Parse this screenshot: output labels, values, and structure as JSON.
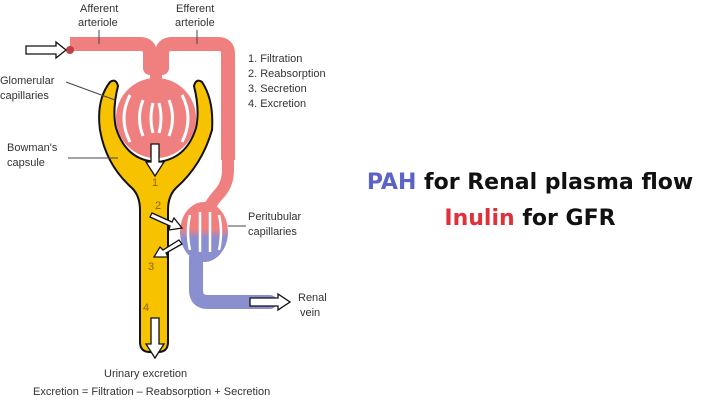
{
  "diagram": {
    "labels": {
      "afferent_line1": "Afferent",
      "afferent_line2": "arteriole",
      "efferent_line1": "Efferent",
      "efferent_line2": "arteriole",
      "glomerular_line1": "Glomerular",
      "glomerular_line2": "capillaries",
      "bowman_line1": "Bowman's",
      "bowman_line2": "capsule",
      "peritubular_line1": "Peritubular",
      "peritubular_line2": "capillaries",
      "renal_vein_line1": "Renal",
      "renal_vein_line2": "vein",
      "urinary_excretion": "Urinary excretion",
      "equation": "Excretion = Filtration – Reabsorption + Secretion"
    },
    "process_list": [
      "1. Filtration",
      "2. Reabsorption",
      "3. Secretion",
      "4. Excretion"
    ],
    "step_numbers": [
      "1",
      "2",
      "3",
      "4"
    ],
    "colors": {
      "arterial": "#f08080",
      "venous": "#8a8fd0",
      "tubule": "#f7c200",
      "outline": "#111111"
    }
  },
  "headline": {
    "line1_highlight": "PAH",
    "line1_rest": " for Renal plasma flow",
    "line1_highlight_color": "#5b63c9",
    "line2_highlight": "Inulin",
    "line2_rest": " for GFR",
    "line2_highlight_color": "#e0303a"
  }
}
